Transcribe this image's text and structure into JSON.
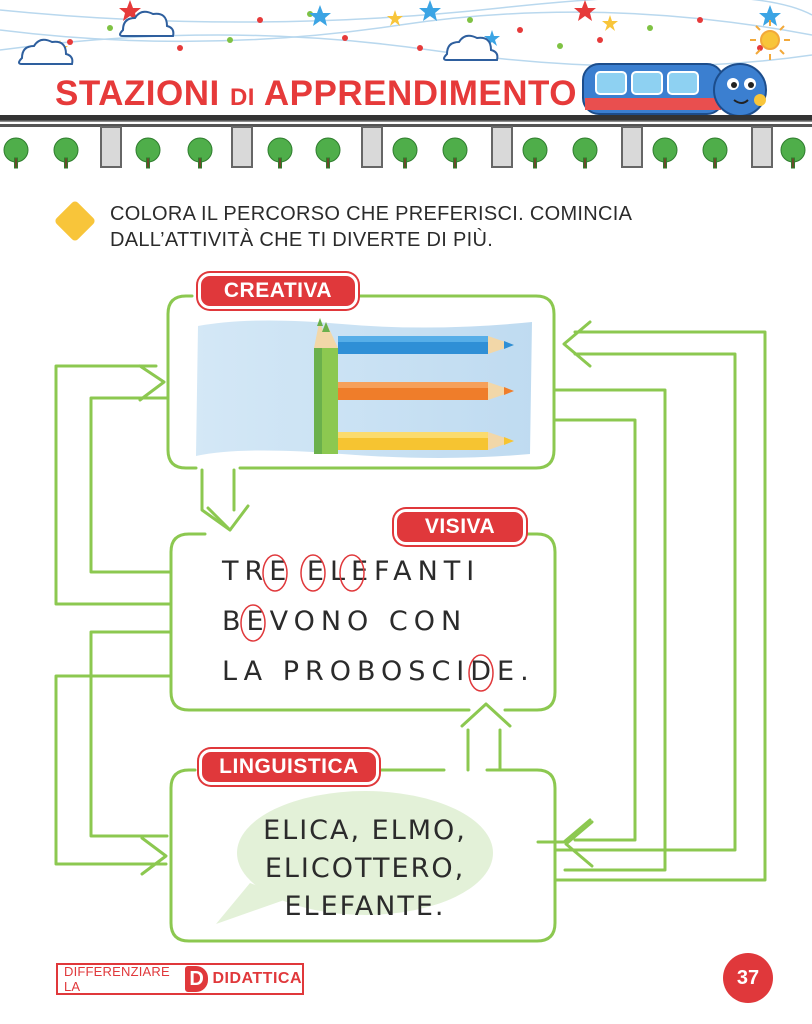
{
  "header": {
    "title_part1": "STAZIONI ",
    "title_part2": "DI",
    "title_part3": " APPRENDIMENTO"
  },
  "instruction": {
    "line1": "COLORA IL PERCORSO CHE PREFERISCI. COMINCIA",
    "line2": "DALL’ATTIVITÀ CHE TI DIVERTE DI PIÙ."
  },
  "stations": {
    "creative_label": "CREATIVA",
    "visual_label": "VISIVA",
    "linguistic_label": "LINGUISTICA"
  },
  "visual_text": {
    "line1": "TRE ELEFANTI",
    "line2": "BEVONO CON",
    "line3": "LA PROBOSCIDE."
  },
  "linguistic_text": {
    "line1": "ELICA, ELMO,",
    "line2": "ELICOTTERO,",
    "line3": "ELEFANTE."
  },
  "footer": {
    "brand_prefix": "DIFFERENZIARE LA",
    "brand_letter": "D",
    "brand_suffix": "DIDATTICA",
    "page_number": "37"
  },
  "colors": {
    "accent_red": "#e0383b",
    "path_green": "#8cc850",
    "diamond_yellow": "#f8c53a"
  },
  "icons": [
    "cloud-icon",
    "star-icon",
    "sun-icon",
    "train-icon",
    "tree-icon",
    "pencil-icon",
    "speech-bubble-icon",
    "diamond-icon"
  ]
}
